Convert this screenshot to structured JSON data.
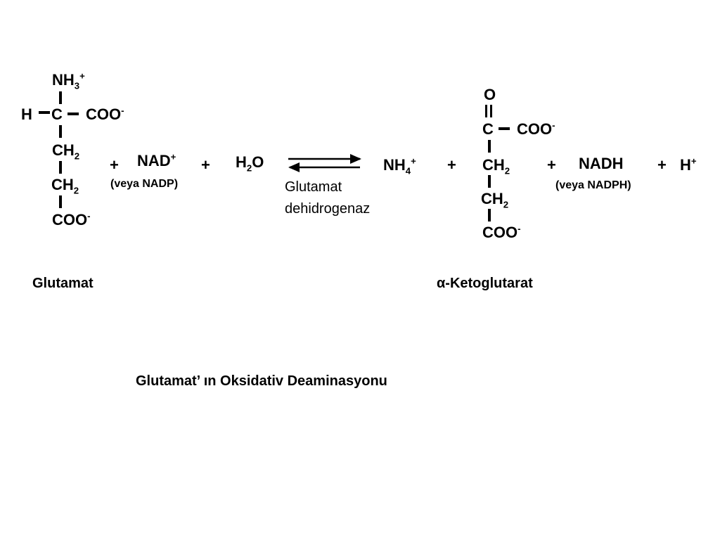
{
  "glutamate": {
    "n": "NH",
    "n_sub": "3",
    "n_sup": "+",
    "h": "H",
    "c": "C",
    "coo_top": "COO",
    "coo_top_sup": "-",
    "ch2a": "CH",
    "ch2a_sub": "2",
    "ch2b": "CH",
    "ch2b_sub": "2",
    "coo_bottom": "COO",
    "coo_bottom_sup": "-",
    "name": "Glutamat"
  },
  "reactants": {
    "plus1": "+",
    "nad": "NAD",
    "nad_sup": "+",
    "nad_alt": "(veya NADP)",
    "plus2": "+",
    "water": "H",
    "water_sub": "2",
    "water_o": "O"
  },
  "enzyme": {
    "line1": "Glutamat",
    "line2": "dehidrogenaz"
  },
  "products": {
    "ammonium": "NH",
    "ammonium_sub": "4",
    "ammonium_sup": "+",
    "plus3": "+",
    "plus4": "+",
    "nadh": "NADH",
    "nadh_alt": "(veya NADPH)",
    "plus5": "+",
    "proton": "H",
    "proton_sup": "+"
  },
  "ketoglutarate": {
    "o": "O",
    "c": "C",
    "coo_top": "COO",
    "coo_top_sup": "-",
    "ch2a": "CH",
    "ch2a_sub": "2",
    "ch2b": "CH",
    "ch2b_sub": "2",
    "coo_bottom": "COO",
    "coo_bottom_sup": "-",
    "name": "α-Ketoglutarat"
  },
  "caption": "Glutamat’ ın Oksidativ Deaminasyonu"
}
